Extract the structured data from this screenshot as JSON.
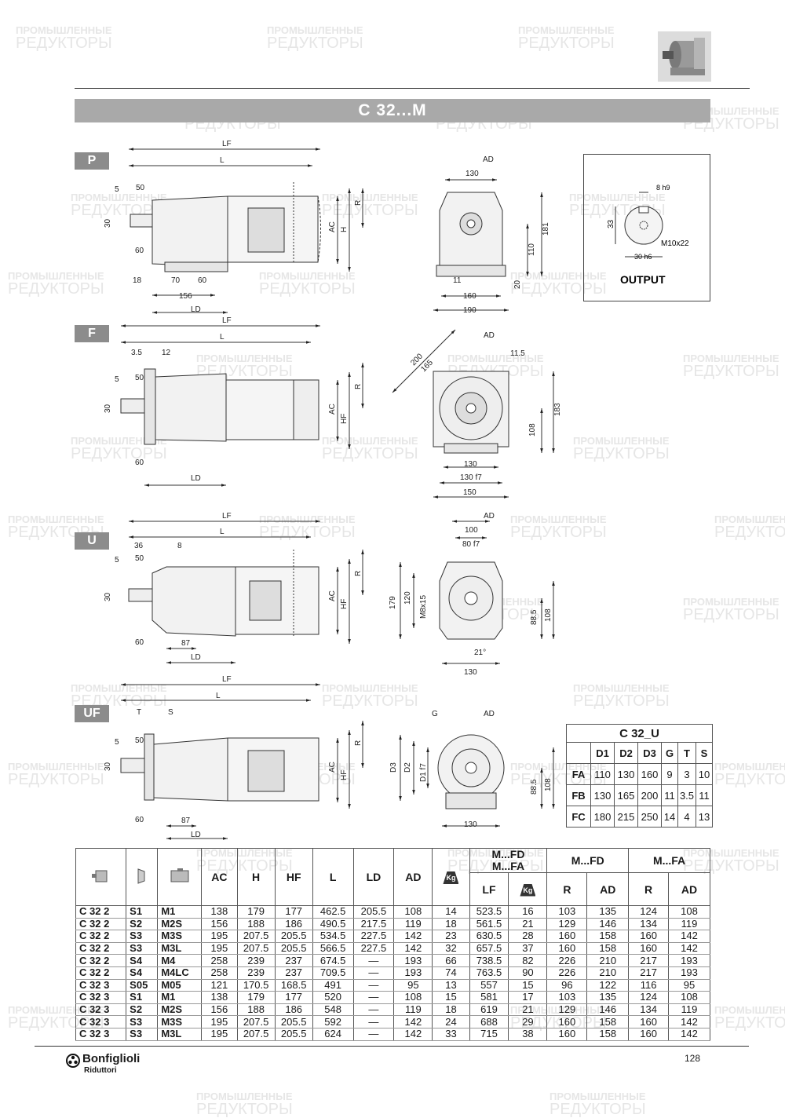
{
  "header": {
    "title": "C 32...M"
  },
  "sections": [
    {
      "id": "P",
      "label": "P"
    },
    {
      "id": "F",
      "label": "F"
    },
    {
      "id": "U",
      "label": "U"
    },
    {
      "id": "UF",
      "label": "UF"
    }
  ],
  "dimensions": {
    "P": {
      "LF": "LF",
      "L": "L",
      "d5": "5",
      "d50": "50",
      "d30": "30",
      "d60": "60",
      "d18": "18",
      "d70": "70",
      "d60b": "60",
      "d156": "156",
      "LD": "LD",
      "AC": "AC",
      "H": "H",
      "R": "R",
      "AD": "AD",
      "d130": "130",
      "d181": "181",
      "d110": "110",
      "d11": "11",
      "d160": "160",
      "d20": "20",
      "d190": "190"
    },
    "F": {
      "LF": "LF",
      "L": "L",
      "d35": "3.5",
      "d12": "12",
      "d5": "5",
      "d50": "50",
      "d30": "30",
      "d60": "60",
      "LD": "LD",
      "AC": "AC",
      "HF": "HF",
      "R": "R",
      "AD": "AD",
      "d200": "200",
      "d165": "165",
      "d115": "11.5",
      "d183": "183",
      "d108": "108",
      "d130": "130",
      "d130f7": "130 f7",
      "d150": "150"
    },
    "U": {
      "LF": "LF",
      "L": "L",
      "d36": "36",
      "d8": "8",
      "d5": "5",
      "d50": "50",
      "d30": "30",
      "d60": "60",
      "d87": "87",
      "LD": "LD",
      "AC": "AC",
      "HF": "HF",
      "R": "R",
      "AD": "AD",
      "d100": "100",
      "d80f7": "80 f7",
      "d179": "179",
      "d120": "120",
      "M8x15": "M8x15",
      "d885": "88.5",
      "d108": "108",
      "d21": "21°",
      "d130": "130"
    },
    "UF": {
      "LF": "LF",
      "L": "L",
      "T": "T",
      "S": "S",
      "d5": "5",
      "d50": "50",
      "d30": "30",
      "d60": "60",
      "d87": "87",
      "LD": "LD",
      "AC": "AC",
      "HF": "HF",
      "R": "R",
      "G": "G",
      "AD": "AD",
      "D3": "D3",
      "D2": "D2",
      "D1f7": "D1 f7",
      "d885": "88.5",
      "d108": "108",
      "d130": "130"
    }
  },
  "output": {
    "label": "OUTPUT",
    "key": "8 h9",
    "d33": "33",
    "thread": "M10x22",
    "shaft": "30 h6"
  },
  "u_table": {
    "title": "C 32_U",
    "headers": [
      "",
      "D1",
      "D2",
      "D3",
      "G",
      "T",
      "S"
    ],
    "rows": [
      [
        "FA",
        "110",
        "130",
        "160",
        "9",
        "3",
        "10"
      ],
      [
        "FB",
        "130",
        "165",
        "200",
        "11",
        "3.5",
        "11"
      ],
      [
        "FC",
        "180",
        "215",
        "250",
        "14",
        "4",
        "13"
      ]
    ]
  },
  "main_table": {
    "group_fd_fa": "M...FD\nM...FA",
    "group_fd": "M...FD",
    "group_fa": "M...FA",
    "headers": [
      "AC",
      "H",
      "HF",
      "L",
      "LD",
      "AD",
      "Kg",
      "LF",
      "Kg",
      "R",
      "AD",
      "R",
      "AD"
    ],
    "rows": [
      [
        "C 32 2",
        "S1",
        "M1",
        "138",
        "179",
        "177",
        "462.5",
        "205.5",
        "108",
        "14",
        "523.5",
        "16",
        "103",
        "135",
        "124",
        "108"
      ],
      [
        "C 32 2",
        "S2",
        "M2S",
        "156",
        "188",
        "186",
        "490.5",
        "217.5",
        "119",
        "18",
        "561.5",
        "21",
        "129",
        "146",
        "134",
        "119"
      ],
      [
        "C 32 2",
        "S3",
        "M3S",
        "195",
        "207.5",
        "205.5",
        "534.5",
        "227.5",
        "142",
        "23",
        "630.5",
        "28",
        "160",
        "158",
        "160",
        "142"
      ],
      [
        "C 32 2",
        "S3",
        "M3L",
        "195",
        "207.5",
        "205.5",
        "566.5",
        "227.5",
        "142",
        "32",
        "657.5",
        "37",
        "160",
        "158",
        "160",
        "142"
      ],
      [
        "C 32 2",
        "S4",
        "M4",
        "258",
        "239",
        "237",
        "674.5",
        "—",
        "193",
        "66",
        "738.5",
        "82",
        "226",
        "210",
        "217",
        "193"
      ],
      [
        "C 32 2",
        "S4",
        "M4LC",
        "258",
        "239",
        "237",
        "709.5",
        "—",
        "193",
        "74",
        "763.5",
        "90",
        "226",
        "210",
        "217",
        "193"
      ],
      [
        "C 32 3",
        "S05",
        "M05",
        "121",
        "170.5",
        "168.5",
        "491",
        "—",
        "95",
        "13",
        "557",
        "15",
        "96",
        "122",
        "116",
        "95"
      ],
      [
        "C 32 3",
        "S1",
        "M1",
        "138",
        "179",
        "177",
        "520",
        "—",
        "108",
        "15",
        "581",
        "17",
        "103",
        "135",
        "124",
        "108"
      ],
      [
        "C 32 3",
        "S2",
        "M2S",
        "156",
        "188",
        "186",
        "548",
        "—",
        "119",
        "18",
        "619",
        "21",
        "129",
        "146",
        "134",
        "119"
      ],
      [
        "C 32 3",
        "S3",
        "M3S",
        "195",
        "207.5",
        "205.5",
        "592",
        "—",
        "142",
        "24",
        "688",
        "29",
        "160",
        "158",
        "160",
        "142"
      ],
      [
        "C 32 3",
        "S3",
        "M3L",
        "195",
        "207.5",
        "205.5",
        "624",
        "—",
        "142",
        "33",
        "715",
        "38",
        "160",
        "158",
        "160",
        "142"
      ]
    ]
  },
  "footer": {
    "brand": "Bonfiglioli",
    "sub": "Riduttori",
    "page": "128"
  },
  "watermark": {
    "line1": "ПРОМЫШЛЕННЫЕ",
    "line2": "РЕДУКТОРЫ"
  }
}
